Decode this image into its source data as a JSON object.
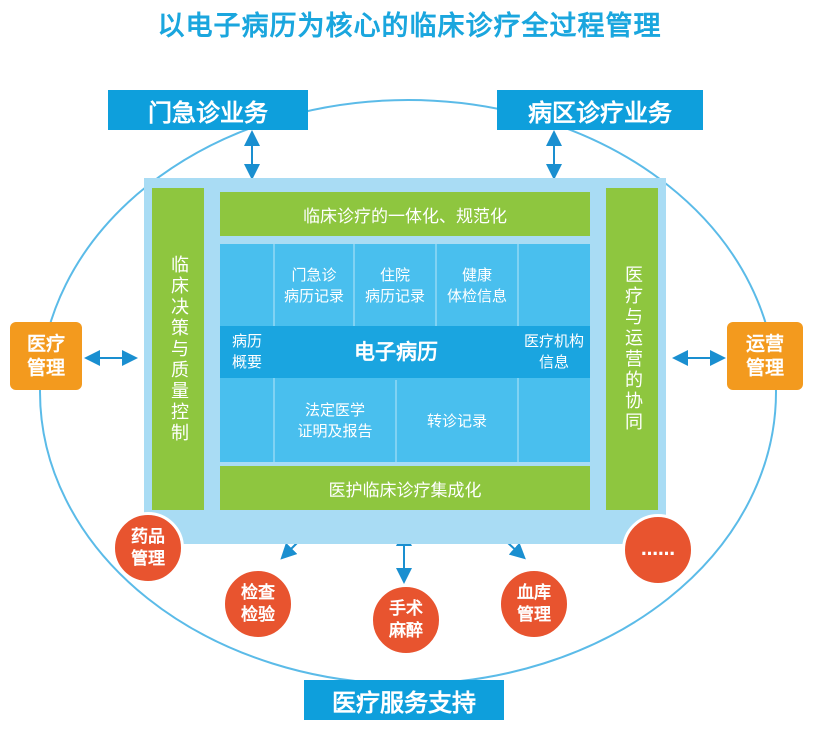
{
  "title": "以电子病历为核心的临床诊疗全过程管理",
  "top_left": "门急诊业务",
  "top_right": "病区诊疗业务",
  "left_side": "医疗\n管理",
  "right_side": "运营\n管理",
  "bottom": "医疗服务支持",
  "inner": {
    "top_bar": "临床诊疗的一体化、规范化",
    "bottom_bar": "医护临床诊疗集成化",
    "left_bar": "临床决策与质量控制",
    "right_bar": "医疗与运营的协同",
    "center": "电子病历",
    "cell_outpatient": "门急诊\n病历记录",
    "cell_inpatient": "住院\n病历记录",
    "cell_health": "健康\n体检信息",
    "cell_summary": "病历\n概要",
    "cell_institution": "医疗机构\n信息",
    "cell_legal": "法定医学\n证明及报告",
    "cell_referral": "转诊记录"
  },
  "circles": {
    "drug": "药品\n管理",
    "lab": "检查\n检验",
    "surgery": "手术\n麻醉",
    "blood": "血库\n管理",
    "more": "……"
  },
  "colors": {
    "blue": "#0e9fdc",
    "light_blue": "#a9dcf4",
    "cell_blue": "#49bfee",
    "green": "#8ec63f",
    "orange": "#f39a1e",
    "red": "#e8542f"
  }
}
